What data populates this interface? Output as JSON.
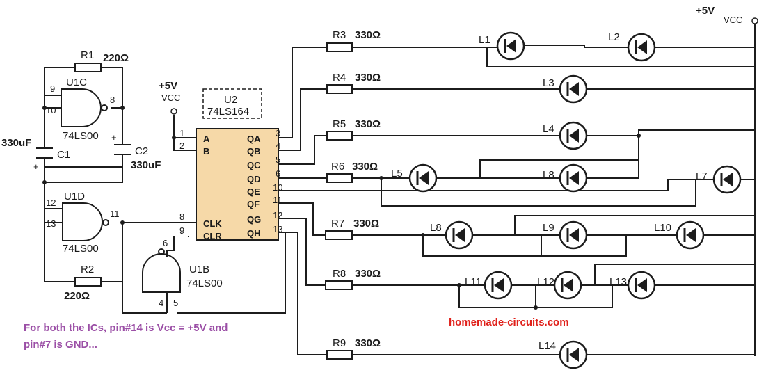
{
  "supply": {
    "top_label": "+5V",
    "top_vcc": "VCC",
    "left_label": "+5V",
    "left_vcc": "VCC"
  },
  "u2": {
    "ref": "U2",
    "part": "74LS164",
    "input_pins": [
      {
        "num": "1",
        "name": "A"
      },
      {
        "num": "2",
        "name": "B"
      },
      {
        "num": "8",
        "name": "CLK"
      },
      {
        "num": "9",
        "name": "CLR"
      }
    ],
    "outputs": [
      {
        "name": "QA",
        "num": "3"
      },
      {
        "name": "QB",
        "num": "4"
      },
      {
        "name": "QC",
        "num": "5"
      },
      {
        "name": "QD",
        "num": "6"
      },
      {
        "name": "QE",
        "num": "10"
      },
      {
        "name": "QF",
        "num": "11"
      },
      {
        "name": "QG",
        "num": "12"
      },
      {
        "name": "QH",
        "num": "13"
      }
    ]
  },
  "u1c": {
    "ref": "U1C",
    "part": "74LS00",
    "pins": [
      "9",
      "10",
      "8"
    ]
  },
  "u1d": {
    "ref": "U1D",
    "part": "74LS00",
    "pins": [
      "12",
      "13",
      "11"
    ]
  },
  "u1b": {
    "ref": "U1B",
    "part": "74LS00",
    "pins": [
      "6",
      "4",
      "5"
    ]
  },
  "passives": {
    "r1": {
      "ref": "R1",
      "value": "220Ω"
    },
    "r2": {
      "ref": "R2",
      "value": "220Ω"
    },
    "c1": {
      "ref": "C1",
      "value": "330uF",
      "polarity": "+"
    },
    "c2": {
      "ref": "C2",
      "value": "330uF",
      "polarity": "+"
    }
  },
  "resistors": [
    {
      "ref": "R3",
      "value": "330Ω"
    },
    {
      "ref": "R4",
      "value": "330Ω"
    },
    {
      "ref": "R5",
      "value": "330Ω"
    },
    {
      "ref": "R6",
      "value": "330Ω"
    },
    {
      "ref": "R7",
      "value": "330Ω"
    },
    {
      "ref": "R8",
      "value": "330Ω"
    },
    {
      "ref": "R9",
      "value": "330Ω"
    }
  ],
  "leds": [
    "L1",
    "L2",
    "L3",
    "L4",
    "L8",
    "L5",
    "L7",
    "L8",
    "L9",
    "L10",
    "L11",
    "L12",
    "L13",
    "L14"
  ],
  "note": {
    "line1": "For both the ICs, pin#14 is Vcc = +5V and",
    "line2": "pin#7  is GND..."
  },
  "website": "homemade-circuits.com"
}
